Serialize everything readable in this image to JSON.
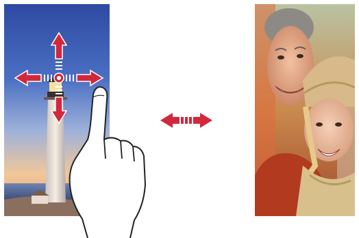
{
  "illustration": {
    "left_screen": {
      "scene": "lighthouse-at-dusk",
      "gesture": "swipe-any-direction",
      "arrow_color": "#d2283c"
    },
    "switch_indicator": {
      "icon": "double-arrow-icon",
      "color": "#d2283c"
    },
    "right_screen": {
      "scene": "smiling-couple-selfie"
    }
  }
}
